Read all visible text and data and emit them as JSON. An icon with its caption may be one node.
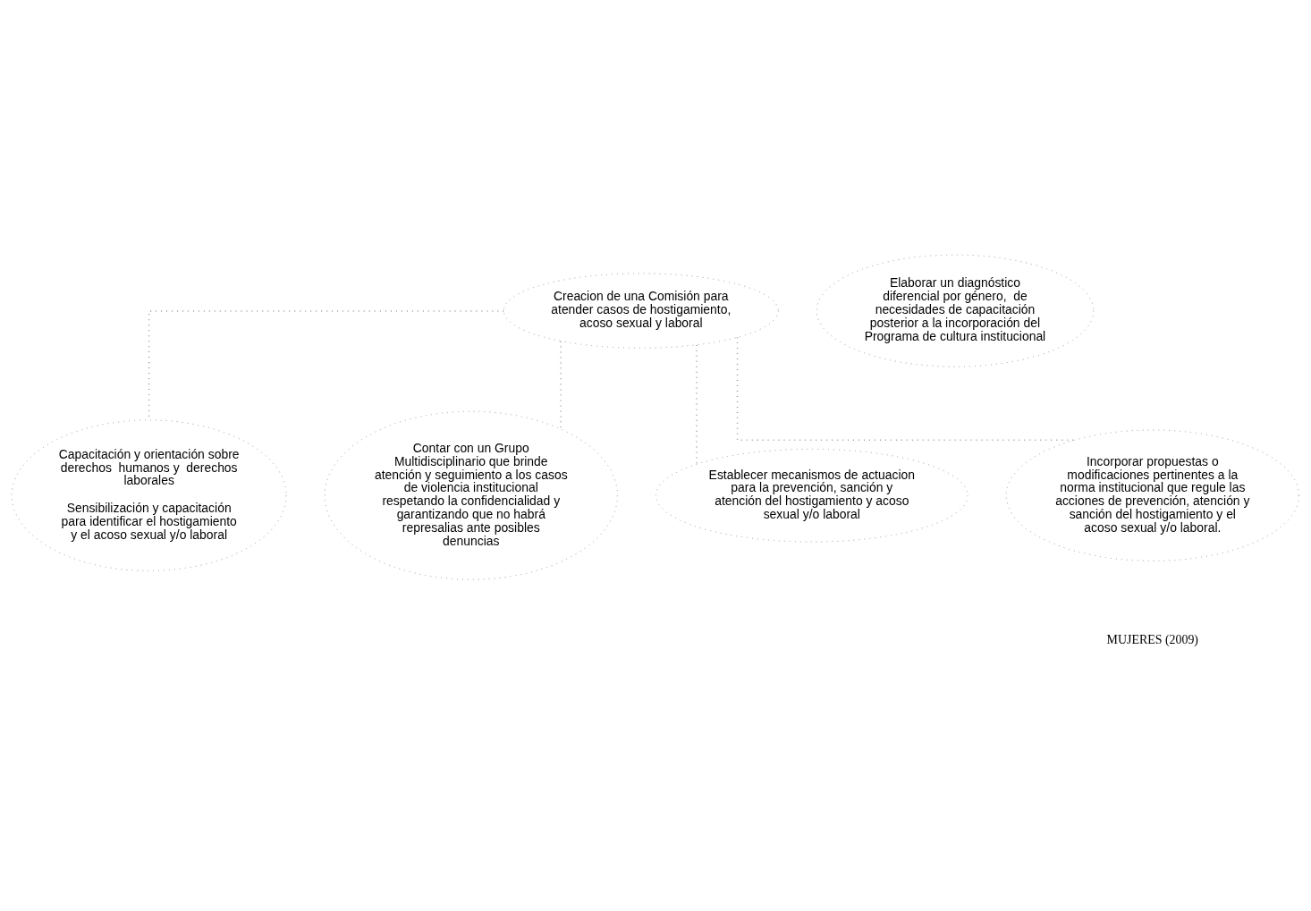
{
  "diagram": {
    "nodes": [
      {
        "text": [
          "Creacion de una Comisión para atender casos de hostigamiento, acoso sexual y laboral"
        ]
      },
      {
        "text": [
          "Elaborar un diagnóstico diferencial por género,  de necesidades de capacitación posterior a la incorporación del Programa de cultura institucional"
        ]
      },
      {
        "text": [
          "Capacitación y orientación sobre derechos  humanos y  derechos laborales",
          "Sensibilización y capacitación para identificar el hostigamiento y el acoso sexual y/o laboral"
        ]
      },
      {
        "text": [
          "Contar con un Grupo Multidisciplinario que brinde atención y seguimiento a los casos de violencia institucional respetando la confidencialidad y garantizando que no habrá represalias ante posibles denuncias"
        ]
      },
      {
        "text": [
          "Establecer mecanismos de actuacion para la prevención, sanción y atención del hostigamiento y acoso sexual y/o laboral"
        ]
      },
      {
        "text": [
          "Incorporar propuestas o modificaciones pertinentes a la norma institucional que regule las acciones de prevención, atención y sanción del hostigamiento y el acoso sexual y/o laboral."
        ]
      }
    ],
    "edges": [
      {
        "from": 0,
        "to": 2,
        "arrow": "none"
      },
      {
        "from": 0,
        "to": 3,
        "arrow": "none"
      },
      {
        "from": 0,
        "to": 4,
        "arrow": "none"
      },
      {
        "from": 0,
        "to": 5,
        "arrow": "none"
      }
    ],
    "labels": [
      "MUJERES (2009)"
    ]
  }
}
